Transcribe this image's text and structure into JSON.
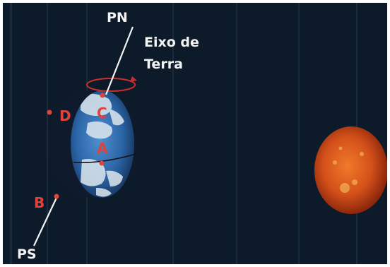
{
  "diagram": {
    "labels": {
      "north_pole": "PN",
      "south_pole": "PS",
      "axis_line1": "Eixo de",
      "axis_line2": "Terra",
      "point_a": "A",
      "point_b": "B",
      "point_c": "C",
      "point_d": "D"
    },
    "colors": {
      "background": "#0d1a29",
      "label_text": "#f3f3f3",
      "point_marker": "#e0433b",
      "earth_ocean": "#2f6fb0",
      "sun": "#d4501a"
    },
    "objects": [
      "earth-globe",
      "sun"
    ]
  }
}
